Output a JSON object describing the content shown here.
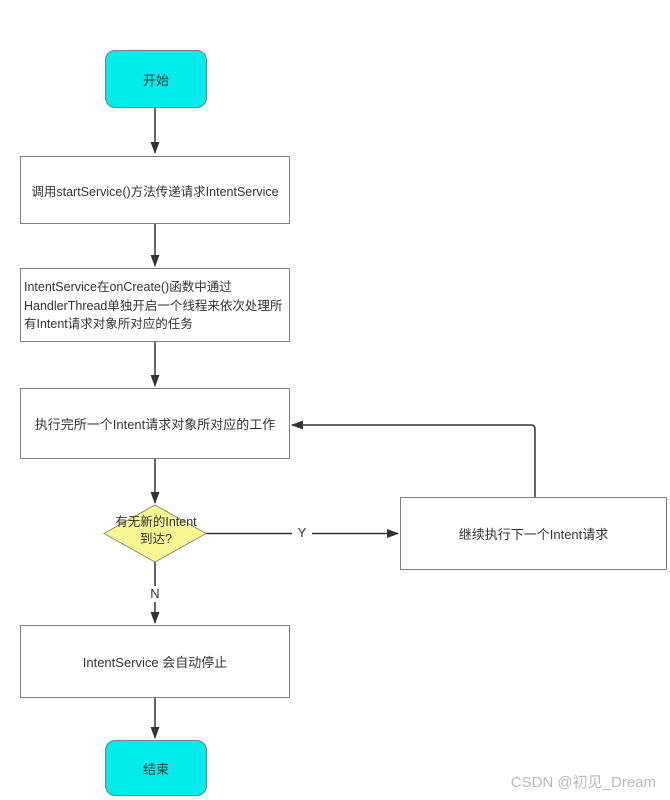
{
  "nodes": {
    "start": {
      "label": "开始"
    },
    "call_service": {
      "label": "调用startService()方法传递请求IntentService"
    },
    "on_create": {
      "lines": [
        "IntentService在onCreate()函数中通过",
        "HandlerThread单独开启一个线程来依次处理所",
        "有Intent请求对象所对应的任务"
      ]
    },
    "execute": {
      "label": "执行完所一个Intent请求对象所对应的工作"
    },
    "decision": {
      "lines": [
        "有无新的Intent",
        "到达?"
      ]
    },
    "continue_next": {
      "label": "继续执行下一个Intent请求"
    },
    "auto_stop": {
      "label": "IntentService 会自动停止"
    },
    "end": {
      "label": "结束"
    }
  },
  "edge_labels": {
    "yes": "Y",
    "no": "N"
  },
  "watermark": "CSDN @初见_Dream",
  "colors": {
    "terminal_fill": "#00ECEC",
    "decision_fill": "#F6F693",
    "decision_border": "#8C8C6E",
    "border_color": "#808080",
    "line_color": "#333333",
    "text_color": "#333333",
    "watermark_color": "#B9B9B9"
  }
}
